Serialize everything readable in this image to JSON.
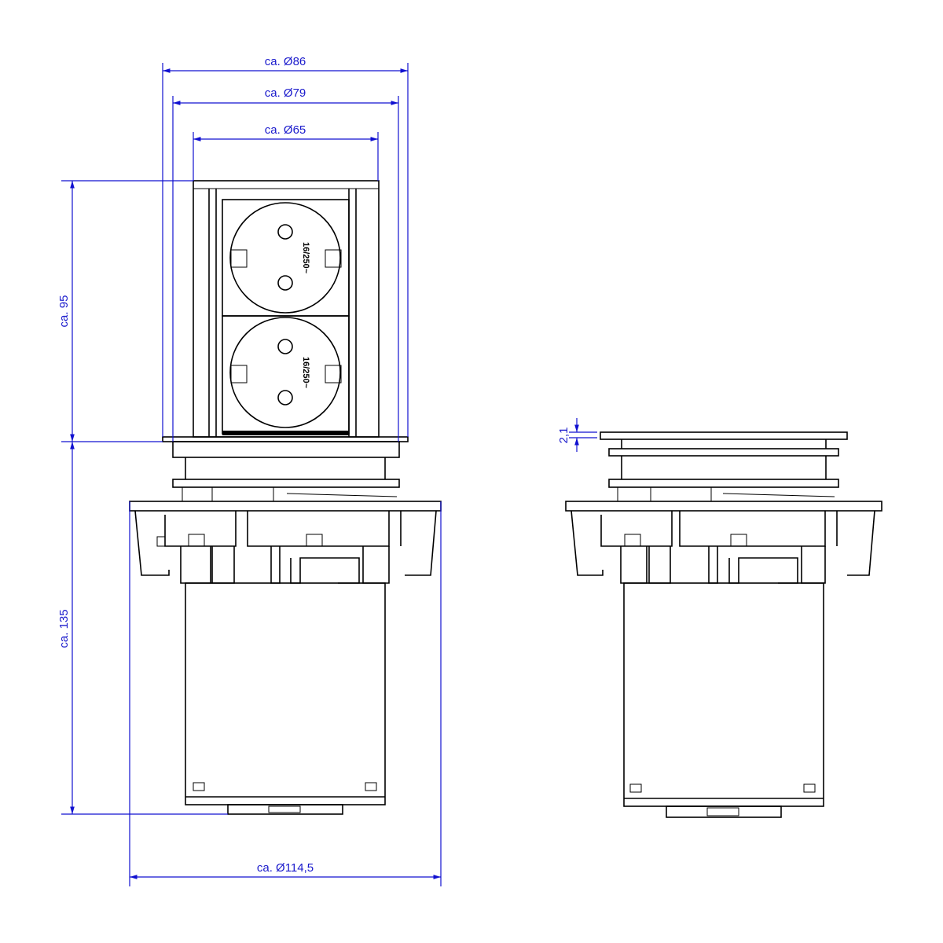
{
  "dimensions": {
    "outer_diameter": "ca. Ø86",
    "middle_diameter": "ca. Ø79",
    "inner_diameter": "ca. Ø65",
    "upper_height": "ca. 95",
    "lower_height": "ca. 135",
    "flange_diameter": "ca. Ø114,5",
    "lid_thickness": "2,1"
  },
  "socket_rating": "16/250~",
  "colors": {
    "dimension": "#1010d0",
    "drawing": "#000000"
  }
}
